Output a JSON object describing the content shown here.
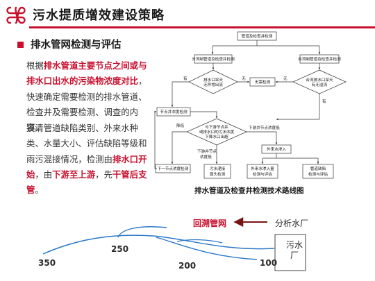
{
  "header": {
    "title": "污水提质增效建设策略",
    "accent_color": "#c8102e",
    "logo_icon": "knot-logo-icon"
  },
  "section": {
    "title": "排水管网检测与评估"
  },
  "paragraph1": {
    "t1": "根据",
    "h1": "排水管道主要节点之间或与排水口出水的污染物浓度对比",
    "t2": "，快速确定需要检测的排水管道、检查井及需要检测、调查的内容。"
  },
  "paragraph2": {
    "t1": "摸清管道缺陷类别、外来水种类、水量大小、评估缺陷等级和雨污混接情况，检测由",
    "h1": "排水口开始",
    "t2": "，由",
    "h2": "下游至上游",
    "t3": "，先",
    "h3": "干管后支管",
    "t4": "。"
  },
  "flowchart": {
    "caption": "排水管道及检查井检测技术路线图",
    "nodes": {
      "top": "管道及检查井检测",
      "sep_check": "分流制管道及检查井检测",
      "comb_check": "合流制管道及检查井检测",
      "sep_q1": "排水口旱天",
      "sep_q2": "无异常出流",
      "no_detect": "无需检测",
      "comb_q1": "合流排水口旱天",
      "comb_q2": "有无溢流",
      "node_conc": "节点井浓度检测",
      "judge_1": "与下游节点井",
      "judge_2": "或排水口的污水浓度",
      "judge_3": "下降水口出超",
      "ext_inflow": "外来水渗入",
      "next_node": "下一节点浓度检测",
      "source_1": "污水混接",
      "source_2": "源头检测",
      "ext_vol_1": "外来水渗入量",
      "ext_vol_2": "检测与评估",
      "pipe_def_1": "管道缺陷",
      "pipe_def_2": "检测与评估"
    },
    "edges": {
      "yes_left": "有",
      "no_mid": "无",
      "no_right": "无",
      "yes_right": "有",
      "lower": "降低",
      "drop": "下游井节点",
      "drop2": "浓度低",
      "rise": "下游井节点浓度低",
      "noconc": "浓度低"
    }
  },
  "sketch": {
    "label_return": "回溯管网",
    "label_plant": "分析水厂",
    "plant_box": "污水厂",
    "num_350": "350",
    "num_250": "250",
    "num_200": "200",
    "num_100": "100"
  }
}
